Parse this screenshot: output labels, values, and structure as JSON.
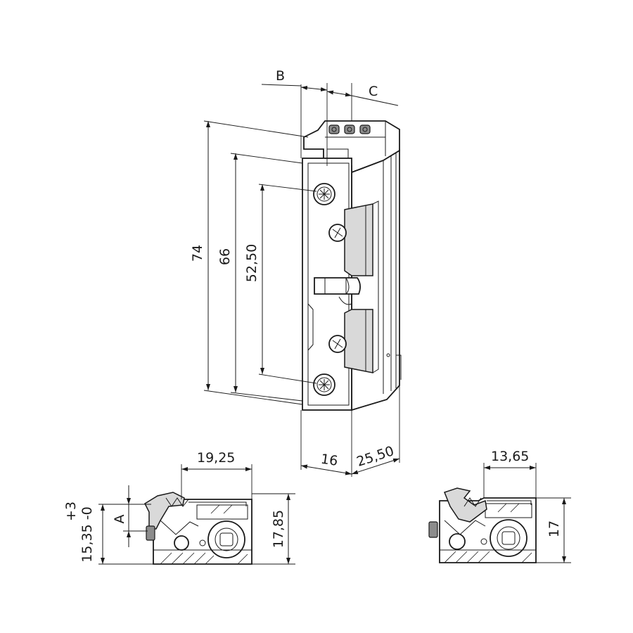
{
  "front_view": {
    "labels": {
      "b": "B",
      "c": "C",
      "h74": "74",
      "h66": "66",
      "h52": "52,50",
      "w16": "16",
      "w25": "25,50"
    }
  },
  "side_view_left": {
    "labels": {
      "w19": "19,25",
      "h17_85": "17,85",
      "a": "A",
      "h15": "15,35 -0",
      "tol": "+3"
    }
  },
  "side_view_right": {
    "labels": {
      "w13": "13,65",
      "h17": "17"
    }
  }
}
